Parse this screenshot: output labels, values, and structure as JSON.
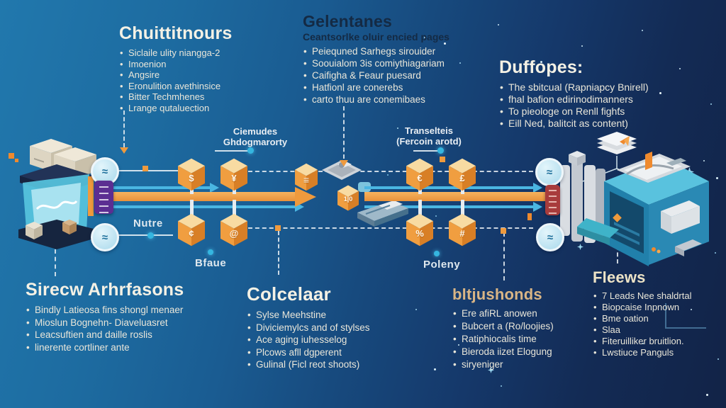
{
  "panels": {
    "top_left": {
      "title": "Chuittitnours",
      "bullets": [
        "Siclaile ulity niangga-2",
        "Imoenion",
        "Angsire",
        "Eronulition avethinsice",
        "Bitter Techmhenes",
        "Lrange qutaluection"
      ]
    },
    "top_center": {
      "title": "Gelentanes",
      "subtitle": "Ceantsorlke oluir encied pages",
      "bullets": [
        "Peiequned Sarhegs sirouider",
        "Soouialom 3is comiythiagariam",
        "Caifigha & Feaur puesard",
        "Hatfionl are conerebs",
        "carto thuu are conemibaes"
      ]
    },
    "top_right": {
      "title": "Duffopes:",
      "bullets": [
        "The sbitcual (Rapniapcy Bnirell)",
        "fhal bafion edirinodimanners",
        "To pieologe on Renll fights",
        "Eill Ned, balitcit as content)"
      ]
    },
    "bottom_left": {
      "title": "Sirecw Arhrfasons",
      "bullets": [
        "Bindly Latieosa fins shongl menaer",
        "Mioslun Bognehn- Diaveluasret",
        "Leacsuftien and daille roslis",
        "linerente cortliner ante"
      ]
    },
    "bottom_center": {
      "title": "Colcelaar",
      "bullets": [
        "Sylse Meehstine",
        "Diviciemylcs and of stylses",
        "Ace aging iuhesselog",
        "Plcows afll dgperent",
        "Gulinal (Ficl reot shoots)"
      ]
    },
    "bottom_mid_right": {
      "title": "bltjushonds",
      "bullets": [
        "Ere afiRL anowen",
        "Bubcert a (Ro/loojies)",
        "Ratiphiocalis time",
        "Bieroda iizet Elogung",
        "siryeniger"
      ]
    },
    "bottom_right": {
      "title": "Fleews",
      "bullets": [
        "7 Leads Nee shaldrtal",
        "Biopcaise Inpnown",
        "Bme oation",
        "Slaa",
        "Fiteruilliker bruitlion.",
        "Lwstiuce Panguls"
      ]
    }
  },
  "diagram": {
    "stage_label_1": "Ciemudes\nGhdogmarorty",
    "stage_label_2": "Transelteis\n(Fercoin arotd)",
    "label_nutre": "Nutre",
    "label_bfaue": "Bfaue",
    "label_poleny": "Poleny",
    "cube_glyphs": [
      "$",
      "¥",
      "€",
      "£",
      "¢",
      "@",
      "%",
      "#"
    ],
    "doc_cube_glyph": "≡",
    "binary_cube_glyph": "1|0"
  },
  "icons": {
    "node_glyph": "≈"
  },
  "colors": {
    "accent_orange": "#ef9a3d",
    "accent_cyan": "#35b6e0",
    "purple_badge": "#5c2e92",
    "red_badge": "#a83c3c",
    "gold_heading": "#d9b585",
    "dark_heading": "#142a44"
  }
}
